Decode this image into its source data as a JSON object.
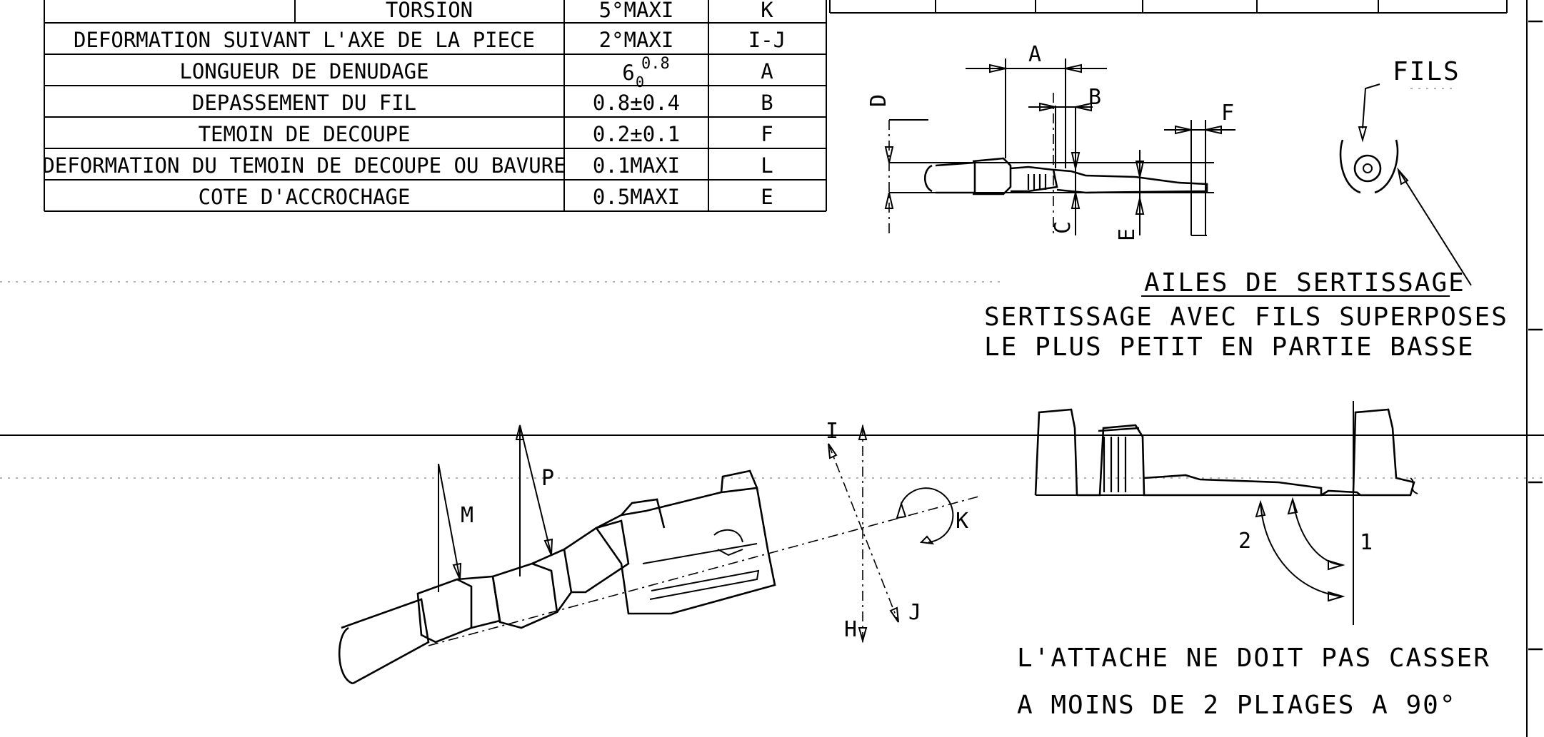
{
  "table": {
    "rows": [
      {
        "label": "TORSION",
        "value": "5°MAXI",
        "ref": "K"
      },
      {
        "label": "DEFORMATION SUIVANT L'AXE DE LA PIECE",
        "value": "2°MAXI",
        "ref": "I-J"
      },
      {
        "label": "LONGUEUR DE DENUDAGE",
        "value": "6",
        "sup": "0.8",
        "sub": "0",
        "ref": "A"
      },
      {
        "label": "DEPASSEMENT DU FIL",
        "value": "0.8±0.4",
        "ref": "B"
      },
      {
        "label": "TEMOIN DE DECOUPE",
        "value": "0.2±0.1",
        "ref": "F"
      },
      {
        "label": "DEFORMATION DU TEMOIN DE DECOUPE OU BAVURE",
        "value": "0.1MAXI",
        "ref": "L"
      },
      {
        "label": "COTE D'ACCROCHAGE",
        "value": "0.5MAXI",
        "ref": "E"
      }
    ]
  },
  "crimp_view": {
    "dim_labels": {
      "a": "A",
      "b": "B",
      "c": "C",
      "d": "D",
      "e": "E",
      "f": "F"
    },
    "fils_label": "FILS"
  },
  "notes": {
    "wings_title": "AILES DE SERTISSAGE",
    "superposed_line1": "SERTISSAGE AVEC FILS SUPERPOSES",
    "superposed_line2": "LE PLUS PETIT EN PARTIE BASSE",
    "attach_line1": "L'ATTACHE NE DOIT PAS CASSER",
    "attach_line2": "A MOINS DE 2 PLIAGES A 90°"
  },
  "iso_view": {
    "labels": {
      "m": "M",
      "p": "P",
      "i": "I",
      "h": "H",
      "j": "J",
      "k": "K"
    }
  },
  "bend_view": {
    "labels": {
      "one": "1",
      "two": "2"
    }
  }
}
